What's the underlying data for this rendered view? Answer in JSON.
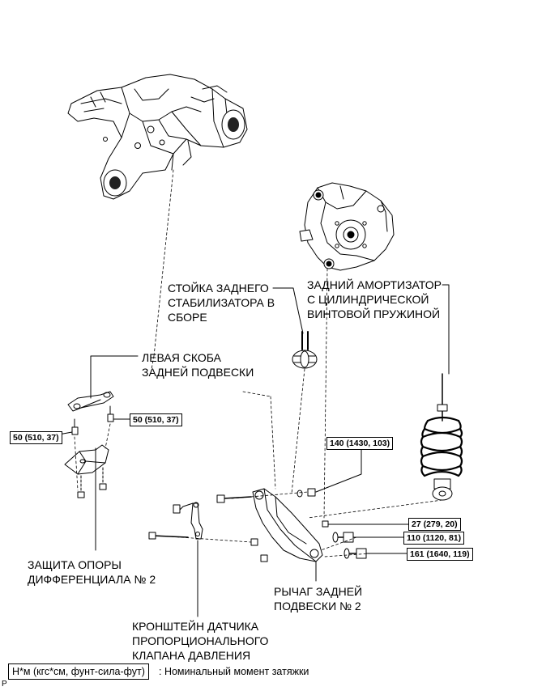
{
  "labels": {
    "stabilizer_link": [
      "СТОЙКА ЗАДНЕГО",
      "СТАБИЛИЗАТОРА В",
      "СБОРЕ"
    ],
    "shock_absorber": [
      "ЗАДНИЙ АМОРТИЗАТОР",
      "С ЦИЛИНДРИЧЕСКОЙ",
      "ВИНТОВОЙ ПРУЖИНОЙ"
    ],
    "left_bracket": [
      "ЛЕВАЯ СКОБА",
      "ЗАДНЕЙ ПОДВЕСКИ"
    ],
    "diff_protection": [
      "ЗАЩИТА ОПОРЫ",
      "ДИФФЕРЕНЦИАЛА № 2"
    ],
    "suspension_arm": [
      "РЫЧАГ ЗАДНЕЙ",
      "ПОДВЕСКИ № 2"
    ],
    "sensor_bracket": [
      "КРОНШТЕЙН ДАТЧИКА",
      "ПРОПОРЦИОНАЛЬНОГО",
      "КЛАПАНА ДАВЛЕНИЯ"
    ]
  },
  "torques": {
    "t1": "50 (510, 37)",
    "t2": "50 (510, 37)",
    "t3": "140 (1430, 103)",
    "t4": "27 (279, 20)",
    "t5": "110 (1120, 81)",
    "t6": "161 (1640, 119)"
  },
  "legend": {
    "unit": "Н*м (кгс*см, фунт-сила-фут)",
    "text": ": Номинальный момент затяжки"
  },
  "corner_mark": "P"
}
